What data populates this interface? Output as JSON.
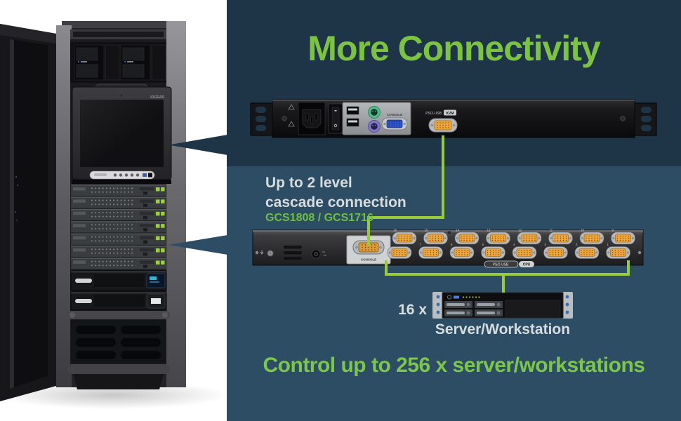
{
  "colors": {
    "top_band": "#1D3547",
    "bottom_band": "#2C4D63",
    "accent_green": "#7DC342",
    "model_green": "#6FBF44",
    "line_green": "#98CA3C",
    "text_light": "#D7DCDF",
    "port_orange": "#EDA63E",
    "led_green": "#9CCF3F"
  },
  "header": {
    "title": "More Connectivity"
  },
  "cascade": {
    "line1": "Up to 2 level",
    "line2": "cascade connection",
    "models": "GCS1808 / GCS1716"
  },
  "device1": {
    "power_label": "POWER",
    "console_label": "CONSOLE",
    "port_label": "PS/2-USB",
    "port_badge": "KVM"
  },
  "device2": {
    "console_label": "CONSOLE",
    "cpu_label": "PS/2-USB",
    "cpu_badge": "CPU",
    "port_numbers_top": [
      "16",
      "15",
      "14",
      "13",
      "12",
      "11",
      "10",
      "9"
    ],
    "port_numbers_bottom": [
      "8",
      "7",
      "6",
      "5",
      "4",
      "3",
      "2",
      "1"
    ]
  },
  "server": {
    "count_label": "16 x",
    "label": "Server/Workstation"
  },
  "footer": {
    "text": "Control up to 256 x server/workstations"
  },
  "rack": {
    "kvm_units": 7,
    "monitor_brand": "IOGEAR"
  }
}
